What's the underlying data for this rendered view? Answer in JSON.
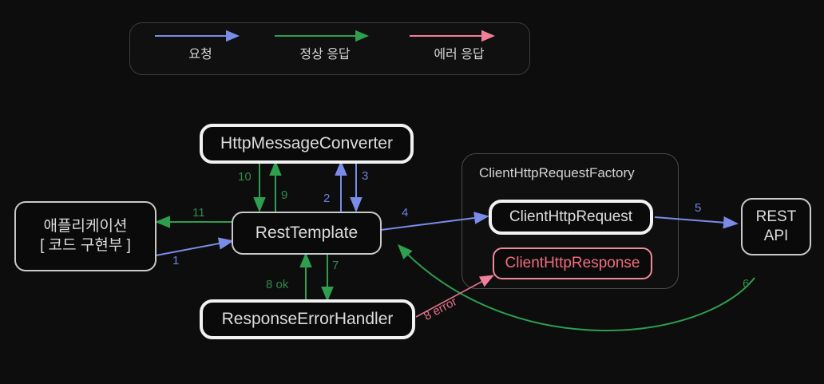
{
  "diagram": {
    "title_semantics": "RestTemplate request/response flow diagram",
    "background": "#0d0d0d",
    "colors": {
      "request_blue": "#7b8ce8",
      "normal_green": "#2e9e4f",
      "error_pink": "#f08098",
      "node_text": "#dcdcdc",
      "error_text": "#ef6c7e"
    }
  },
  "legend": {
    "items": [
      {
        "id": "request",
        "label": "요청",
        "color": "#7b8ce8"
      },
      {
        "id": "normal_response",
        "label": "정상 응답",
        "color": "#2e9e4f"
      },
      {
        "id": "error_response",
        "label": "에러 응답",
        "color": "#f08098"
      }
    ]
  },
  "nodes": {
    "application": {
      "line1": "애플리케이션",
      "line2": "[ 코드 구현부 ]"
    },
    "rest_template": {
      "label": "RestTemplate"
    },
    "http_message_converter": {
      "label": "HttpMessageConverter"
    },
    "response_error_handler": {
      "label": "ResponseErrorHandler"
    },
    "client_http_request": {
      "label": "ClientHttpRequest"
    },
    "client_http_response": {
      "label": "ClientHttpResponse"
    },
    "rest_api": {
      "line1": "REST",
      "line2": "API"
    }
  },
  "groups": {
    "factory": {
      "label": "ClientHttpRequestFactory"
    }
  },
  "edges": [
    {
      "id": "e1",
      "label": "1",
      "color": "#7b8ce8",
      "from": "application",
      "to": "rest_template"
    },
    {
      "id": "e2",
      "label": "2",
      "color": "#7b8ce8",
      "from": "rest_template",
      "to": "http_message_converter"
    },
    {
      "id": "e3",
      "label": "3",
      "color": "#7b8ce8",
      "from": "http_message_converter",
      "to": "rest_template"
    },
    {
      "id": "e4",
      "label": "4",
      "color": "#7b8ce8",
      "from": "rest_template",
      "to": "client_http_request"
    },
    {
      "id": "e5",
      "label": "5",
      "color": "#7b8ce8",
      "from": "client_http_request",
      "to": "rest_api"
    },
    {
      "id": "e6",
      "label": "6",
      "color": "#2e9e4f",
      "from": "rest_api",
      "to": "rest_template"
    },
    {
      "id": "e7",
      "label": "7",
      "color": "#2e9e4f",
      "from": "rest_template",
      "to": "response_error_handler"
    },
    {
      "id": "e8a",
      "label": "8 ok",
      "color": "#2e9e4f",
      "from": "response_error_handler",
      "to": "rest_template"
    },
    {
      "id": "e8b",
      "label": "8 error",
      "color": "#f08098",
      "from": "response_error_handler",
      "to": "client_http_response"
    },
    {
      "id": "e9",
      "label": "9",
      "color": "#2e9e4f",
      "from": "rest_template",
      "to": "http_message_converter"
    },
    {
      "id": "e10",
      "label": "10",
      "color": "#2e9e4f",
      "from": "http_message_converter",
      "to": "rest_template"
    },
    {
      "id": "e11",
      "label": "11",
      "color": "#2e9e4f",
      "from": "rest_template",
      "to": "application"
    }
  ]
}
